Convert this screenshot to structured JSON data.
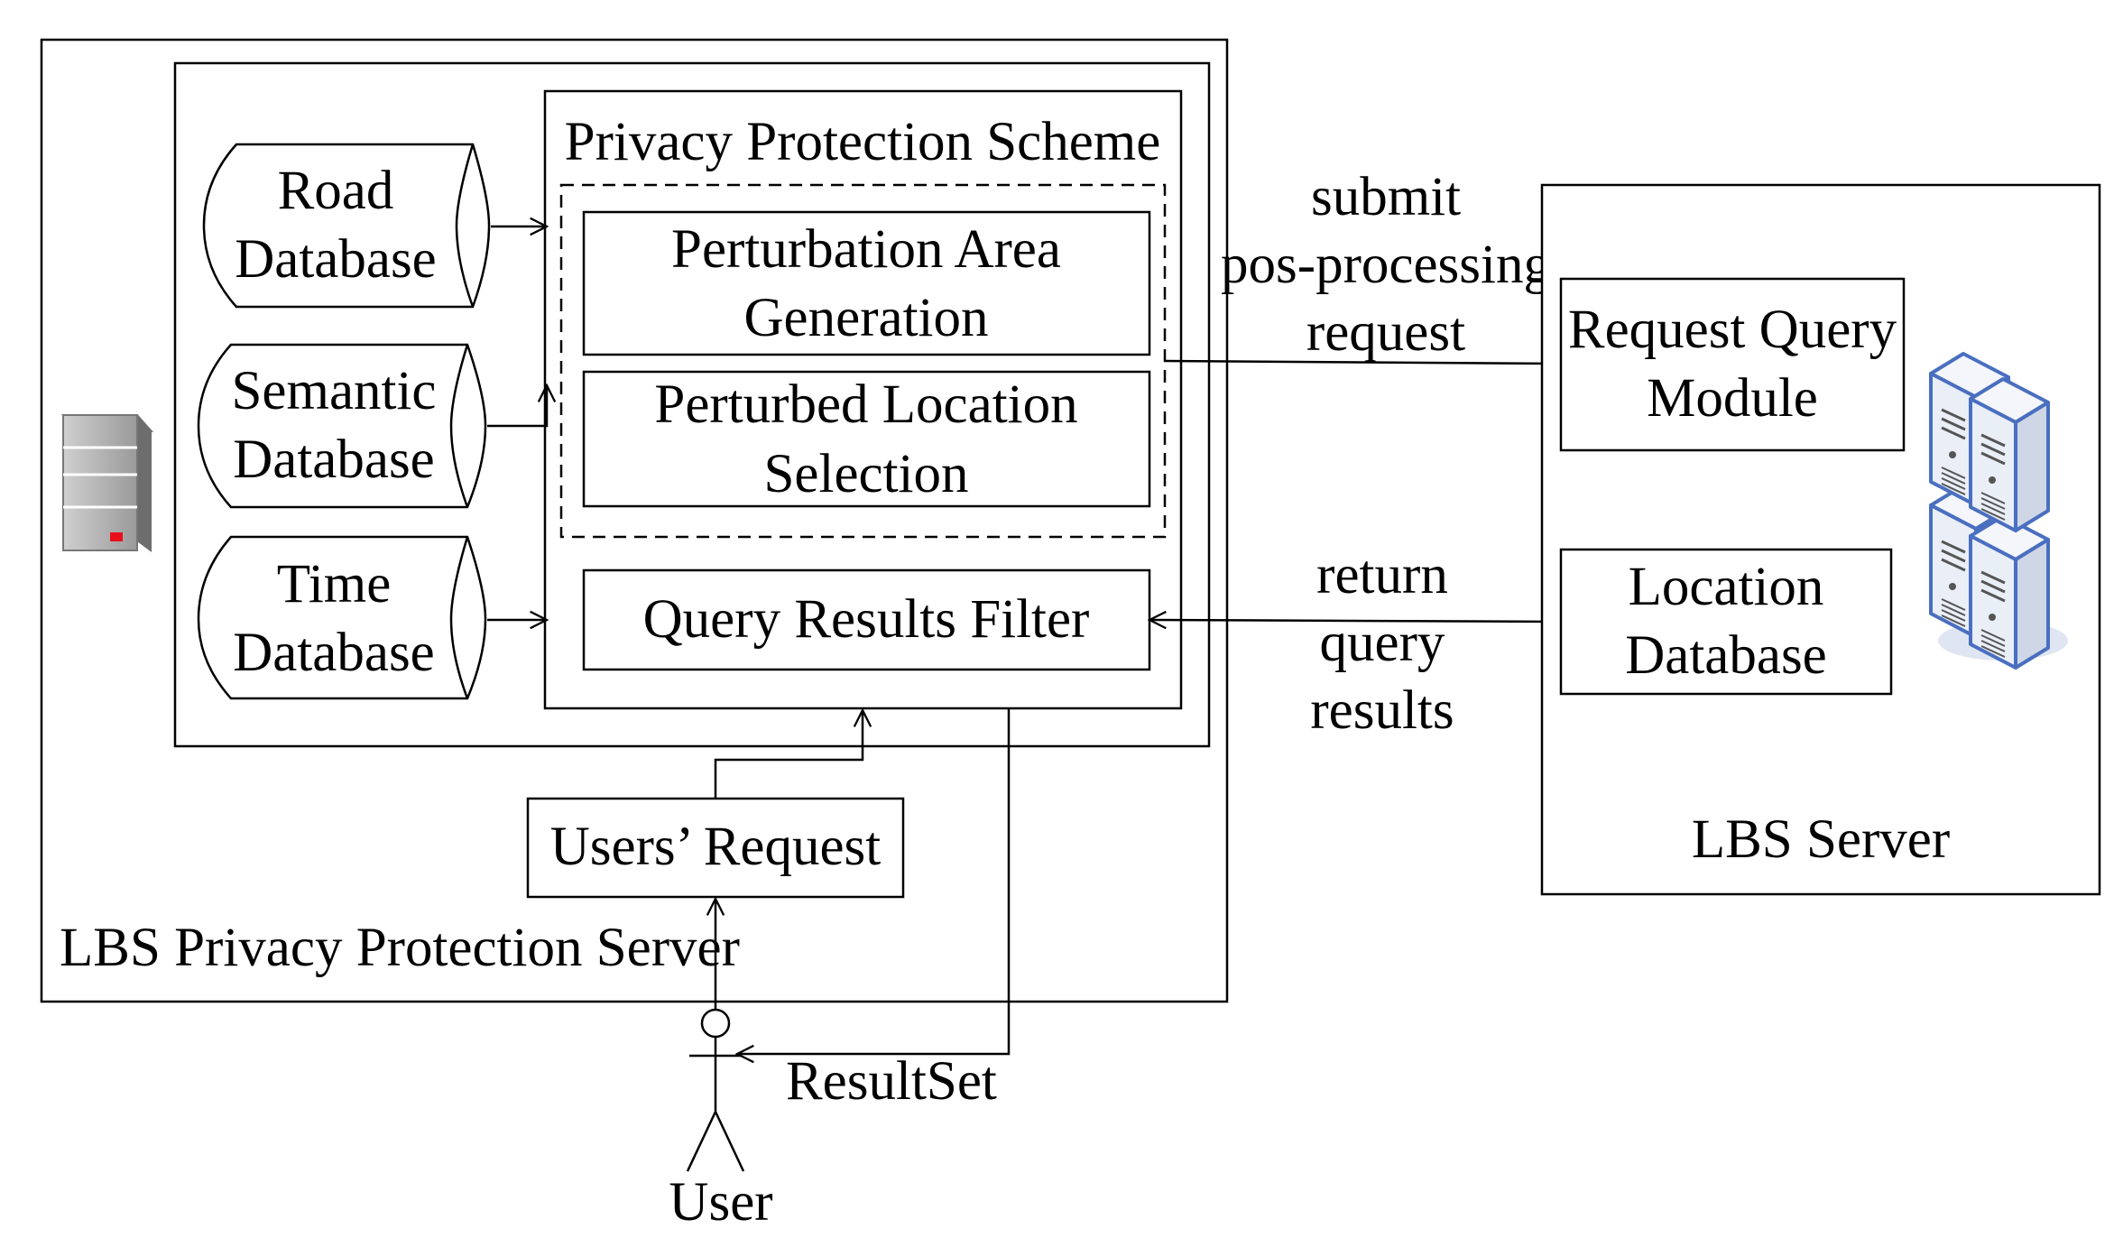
{
  "title": "Privacy Protection Scheme",
  "privacy_server_label": "LBS Privacy Protection Server",
  "lbs_server_label": "LBS  Server",
  "databases": {
    "road": [
      "Road",
      "Database"
    ],
    "semantic": [
      "Semantic",
      "Database"
    ],
    "time": [
      "Time",
      "Database"
    ]
  },
  "modules": {
    "perturbation_area": [
      "Perturbation Area",
      "Generation"
    ],
    "perturbed_location": [
      "Perturbed Location",
      "Selection"
    ],
    "query_results_filter": "Query Results Filter",
    "users_request": "Users’  Request",
    "request_query": [
      "Request Query",
      "Module"
    ],
    "location_db": [
      "Location",
      "Database"
    ]
  },
  "flows": {
    "submit": [
      "submit",
      "pos-processing",
      "request"
    ],
    "return": [
      "return",
      "query",
      "results"
    ],
    "result_set": "ResultSet"
  },
  "actor": "User",
  "colors": {
    "server_fill": "#e9eef7",
    "server_stroke": "#4a6fc0",
    "tower_gray": "#a8a8a8",
    "tower_red": "#e8101b"
  }
}
